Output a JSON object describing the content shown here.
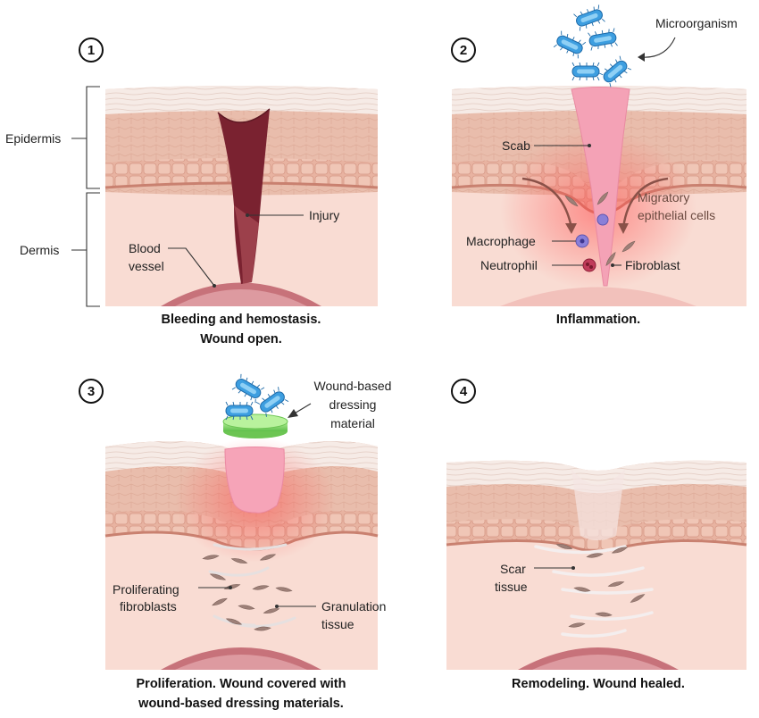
{
  "panels": [
    {
      "number": "1",
      "labels": {
        "epidermis": "Epidermis",
        "dermis": "Dermis",
        "injury": "Injury",
        "blood_vessel_line1": "Blood",
        "blood_vessel_line2": "vessel"
      },
      "caption_line1": "Bleeding and hemostasis.",
      "caption_line2": "Wound open."
    },
    {
      "number": "2",
      "labels": {
        "microorganism": "Microorganism",
        "scab": "Scab",
        "migratory_line1": "Migratory",
        "migratory_line2": "epithelial cells",
        "macrophage": "Macrophage",
        "neutrophil": "Neutrophil",
        "fibroblast": "Fibroblast"
      },
      "caption_line1": "Inflammation."
    },
    {
      "number": "3",
      "labels": {
        "dressing_line1": "Wound-based",
        "dressing_line2": "dressing",
        "dressing_line3": "material",
        "proliferating_line1": "Proliferating",
        "proliferating_line2": "fibroblasts",
        "granulation_line1": "Granulation",
        "granulation_line2": "tissue"
      },
      "caption_line1": "Proliferation. Wound covered with",
      "caption_line2": "wound-based dressing materials."
    },
    {
      "number": "4",
      "labels": {
        "scar_line1": "Scar",
        "scar_line2": "tissue"
      },
      "caption_line1": "Remodeling. Wound healed."
    }
  ],
  "colors": {
    "stratum": "#f3e3dc",
    "epidermis": "#e7b9a6",
    "cell_layer": "#e4a795",
    "basal_line": "#c98170",
    "dermis": "#f9dcd3",
    "vessel": "#c46a72",
    "blood": "#7c2330",
    "scab": "#f4a2b6",
    "bacteria": "#4aa6df",
    "dressing": "#86d66a",
    "inflammation": "#ff5a5a"
  }
}
